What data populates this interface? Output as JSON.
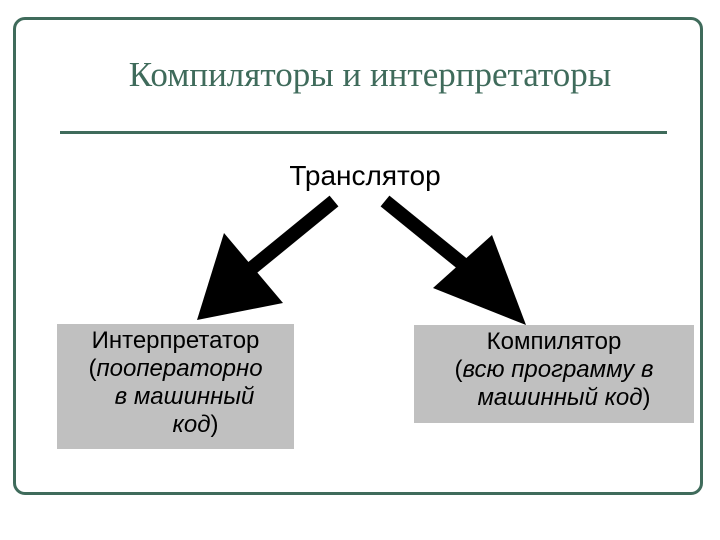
{
  "slide": {
    "title": "Компиляторы и интерпретаторы",
    "root_label": "Транслятор",
    "left_box": {
      "heading": "Интерпретатор",
      "line1_open": "(",
      "line1": "пооператорно",
      "line2": "в машинный",
      "line3": "код",
      "line3_close": ")"
    },
    "right_box": {
      "heading": "Компилятор",
      "line1_open": "(",
      "line1": "всю программу в",
      "line2": "машинный код",
      "line2_close": ")"
    }
  },
  "colors": {
    "accent": "#3f6b5b",
    "box_fill": "#c0c0c0",
    "arrow": "#000000"
  }
}
